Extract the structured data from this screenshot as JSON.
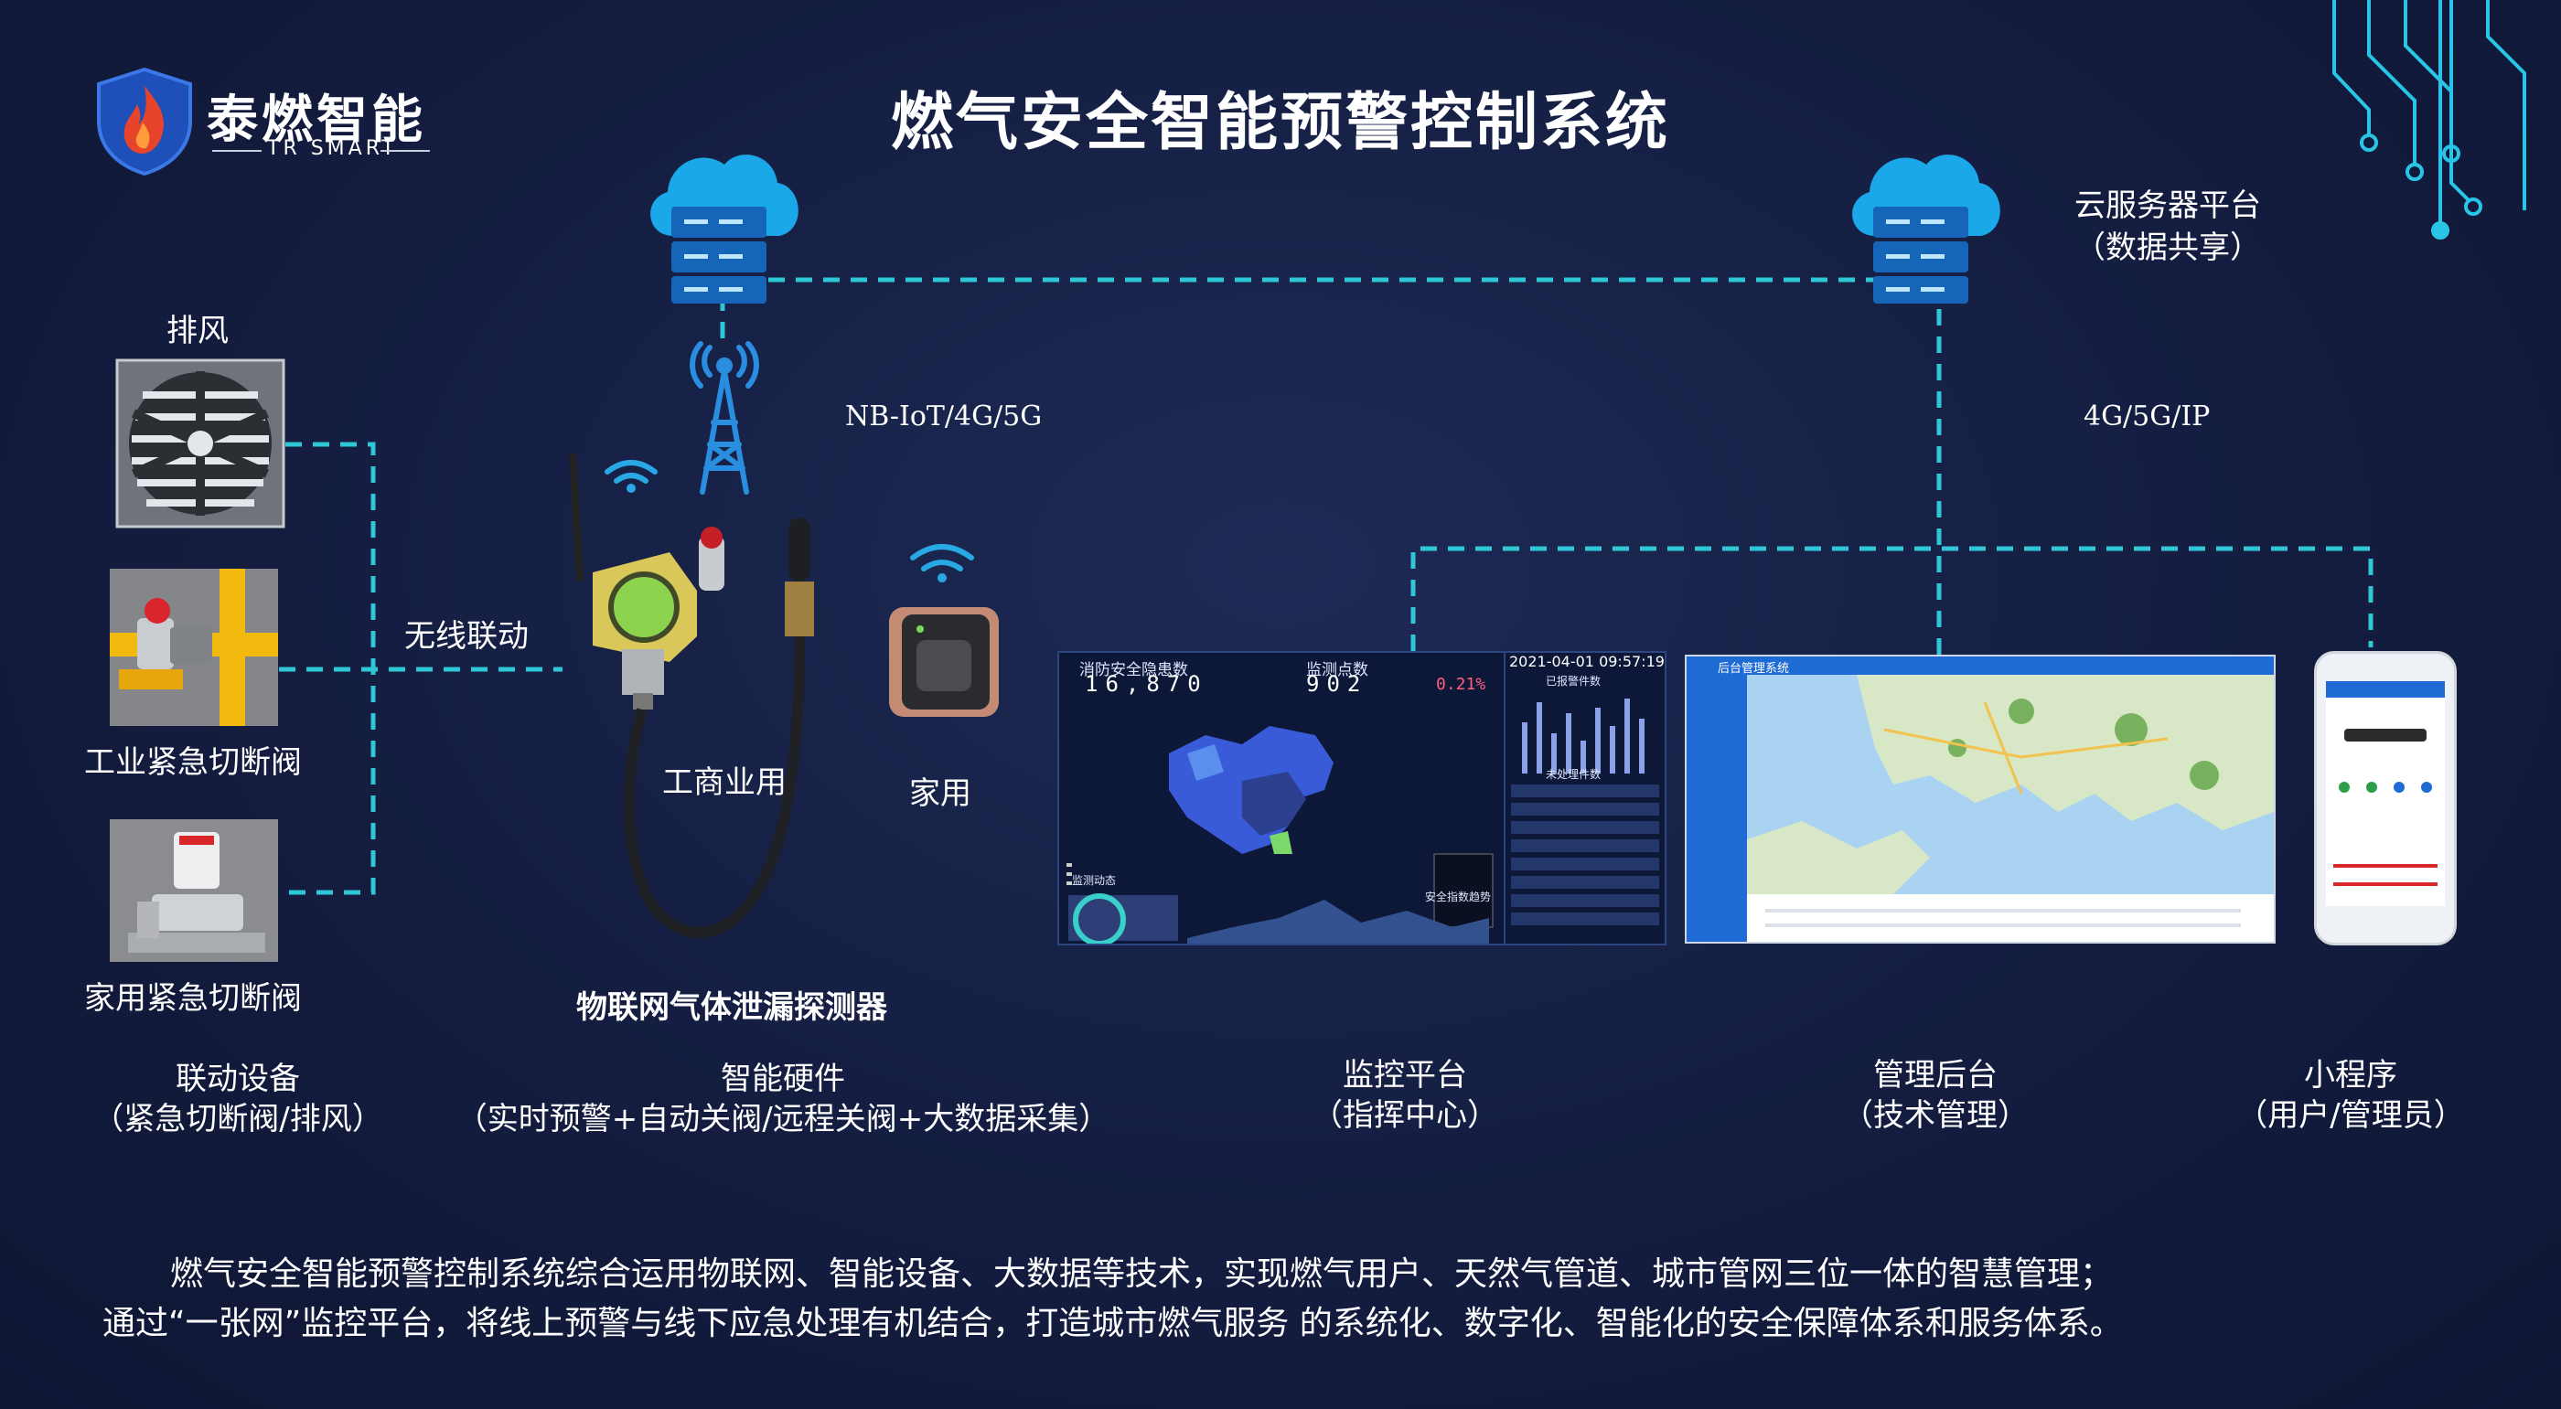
{
  "logo": {
    "name_cn": "泰燃智能",
    "name_en": "TR SMART"
  },
  "title": "燃气安全智能预警控制系统",
  "cloud_platform": {
    "line1": "云服务器平台",
    "line2": "（数据共享）"
  },
  "links": {
    "iot": "NB-IoT/4G/5G",
    "net": "4G/5G/IP",
    "wireless": "无线联动"
  },
  "devices": {
    "fan": "排风",
    "industrial_valve": "工业紧急切断阀",
    "home_valve": "家用紧急切断阀",
    "commercial": "工商业用",
    "home": "家用",
    "detector": "物联网气体泄漏探测器"
  },
  "captions": [
    {
      "line1": "联动设备",
      "line2": "（紧急切断阀/排风）"
    },
    {
      "line1": "智能硬件",
      "line2": "（实时预警+自动关阀/远程关阀+大数据采集）"
    },
    {
      "line1": "监控平台",
      "line2": "（指挥中心）"
    },
    {
      "line1": "管理后台",
      "line2": "（技术管理）"
    },
    {
      "line1": "小程序",
      "line2": "（用户/管理员）"
    }
  ],
  "dashboard": {
    "kpi1_label": "消防安全隐患数",
    "kpi1_value": "16,870",
    "kpi2_label": "监测点数",
    "kpi2_value": "902",
    "kpi3_value": "0.21%",
    "datetime": "2021-04-01 09:57:19",
    "panel1": "已报警件数",
    "panel2": "未处理件数",
    "gauge": "监测动态",
    "heat": "安全指数趋势"
  },
  "admin": {
    "title": "后台管理系统"
  },
  "description": {
    "line1": "燃气安全智能预警控制系统综合运用物联网、智能设备、大数据等技术，实现燃气用户、天然气管道、城市管网三位一体的智慧管理；",
    "line2": "通过“一张网”监控平台，将线上预警与线下应急处理有机结合，打造城市燃气服务 的系统化、数字化、智能化的安全保障体系和服务体系。"
  },
  "colors": {
    "background": "#141d40",
    "connector": "#2fc6d6",
    "accent": "#29c5e6"
  }
}
